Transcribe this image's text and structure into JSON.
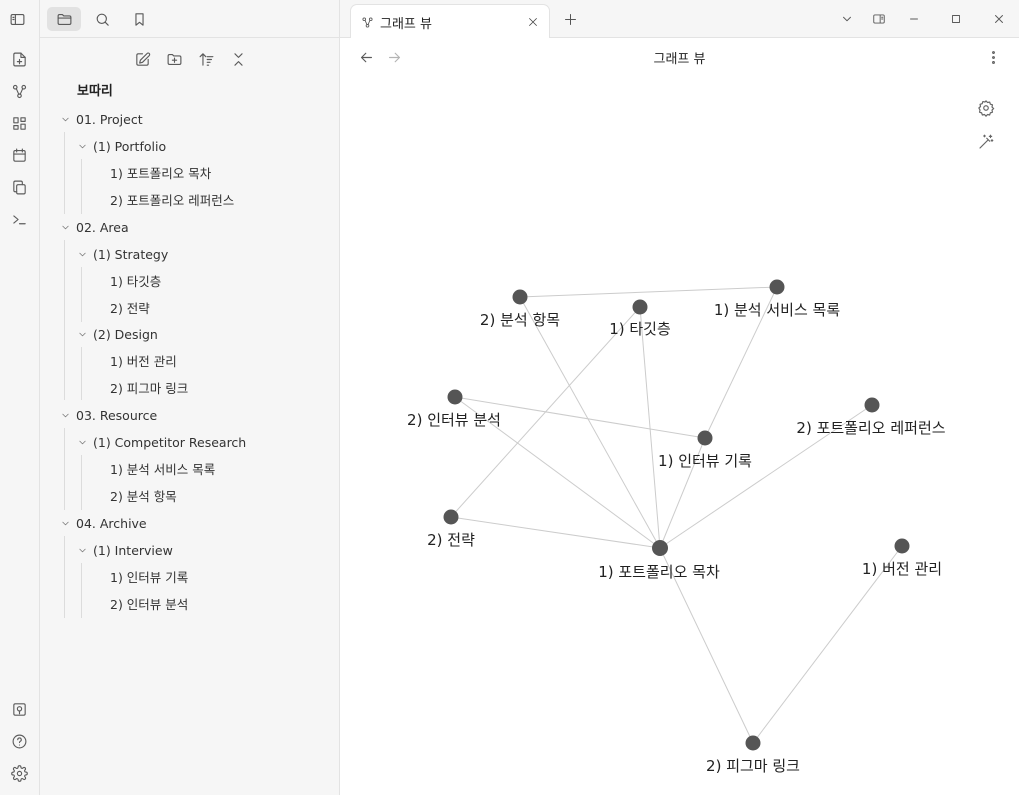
{
  "ribbon": {
    "top_icons": [
      "file-plus-icon",
      "graph-icon",
      "layout-grid-icon",
      "calendar-icon",
      "copy-icon",
      "terminal-icon"
    ],
    "bottom_icons": [
      "vault-icon",
      "help-icon",
      "settings-icon"
    ]
  },
  "sidebar": {
    "top_buttons": [
      "sidebar-toggle-icon",
      "folder-icon",
      "search-icon",
      "bookmark-icon"
    ],
    "nav_buttons": [
      "new-note-icon",
      "new-folder-icon",
      "sort-icon",
      "collapse-all-icon"
    ],
    "vault_name": "보따리",
    "tree": [
      {
        "label": "01. Project",
        "level": 0,
        "folder": true
      },
      {
        "label": "(1) Portfolio",
        "level": 1,
        "folder": true
      },
      {
        "label": "1) 포트폴리오 목차",
        "level": 2,
        "folder": false
      },
      {
        "label": "2) 포트폴리오 레퍼런스",
        "level": 2,
        "folder": false
      },
      {
        "label": "02. Area",
        "level": 0,
        "folder": true
      },
      {
        "label": "(1) Strategy",
        "level": 1,
        "folder": true
      },
      {
        "label": "1) 타깃층",
        "level": 2,
        "folder": false
      },
      {
        "label": "2) 전략",
        "level": 2,
        "folder": false
      },
      {
        "label": "(2) Design",
        "level": 1,
        "folder": true
      },
      {
        "label": "1) 버전 관리",
        "level": 2,
        "folder": false
      },
      {
        "label": "2) 피그마 링크",
        "level": 2,
        "folder": false
      },
      {
        "label": "03. Resource",
        "level": 0,
        "folder": true
      },
      {
        "label": "(1) Competitor Research",
        "level": 1,
        "folder": true
      },
      {
        "label": "1) 분석 서비스 목록",
        "level": 2,
        "folder": false
      },
      {
        "label": "2) 분석 항목",
        "level": 2,
        "folder": false
      },
      {
        "label": "04. Archive",
        "level": 0,
        "folder": true
      },
      {
        "label": "(1) Interview",
        "level": 1,
        "folder": true
      },
      {
        "label": "1) 인터뷰 기록",
        "level": 2,
        "folder": false
      },
      {
        "label": "2) 인터뷰 분석",
        "level": 2,
        "folder": false
      }
    ]
  },
  "tabbar": {
    "tab_title": "그래프 뷰",
    "tab_icon": "graph-icon",
    "new_tab_icon": "plus-icon",
    "window_icons": [
      "chevron-down-icon",
      "split-view-icon",
      "minimize-icon",
      "maximize-icon",
      "close-icon"
    ]
  },
  "view_header": {
    "title": "그래프 뷰",
    "back_icon": "arrow-left-icon",
    "forward_icon": "arrow-right-icon",
    "more_icon": "more-vertical-icon"
  },
  "graph": {
    "controls": [
      "settings-icon",
      "magic-wand-icon"
    ],
    "colors": {
      "node": "#555555",
      "edge": "#cccccc",
      "label": "#222222"
    },
    "nodes": [
      {
        "id": "analysis-items",
        "label": "2) 분석 항목"
      },
      {
        "id": "target",
        "label": "1) 타깃층"
      },
      {
        "id": "service-list",
        "label": "1) 분석 서비스 목록"
      },
      {
        "id": "interview-analysis",
        "label": "2) 인터뷰 분석"
      },
      {
        "id": "interview-record",
        "label": "1) 인터뷰 기록"
      },
      {
        "id": "portfolio-ref",
        "label": "2) 포트폴리오 레퍼런스"
      },
      {
        "id": "strategy",
        "label": "2) 전략"
      },
      {
        "id": "portfolio-toc",
        "label": "1) 포트폴리오 목차"
      },
      {
        "id": "version",
        "label": "1) 버전 관리"
      },
      {
        "id": "figma",
        "label": "2) 피그마 링크"
      }
    ],
    "edges": [
      [
        "analysis-items",
        "service-list"
      ],
      [
        "analysis-items",
        "portfolio-toc"
      ],
      [
        "target",
        "portfolio-toc"
      ],
      [
        "target",
        "strategy"
      ],
      [
        "service-list",
        "interview-record"
      ],
      [
        "interview-analysis",
        "interview-record"
      ],
      [
        "interview-analysis",
        "portfolio-toc"
      ],
      [
        "interview-record",
        "portfolio-toc"
      ],
      [
        "portfolio-ref",
        "portfolio-toc"
      ],
      [
        "strategy",
        "portfolio-toc"
      ],
      [
        "portfolio-toc",
        "figma"
      ],
      [
        "version",
        "figma"
      ]
    ]
  }
}
